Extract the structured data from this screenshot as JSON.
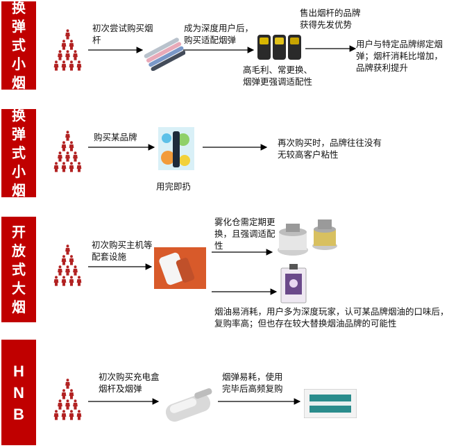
{
  "rows": [
    {
      "side_label": [
        "换",
        "弹",
        "式",
        "小",
        "烟"
      ],
      "steps": [
        "初次尝试购买烟杆",
        "成为深度用户后，购买适配烟弹",
        "售出烟杆的品牌获得先发优势",
        "用户与特定品牌绑定烟弹；烟杆消耗比增加，品牌获利提升"
      ],
      "note": "高毛利、常更换、烟弹更强调适配性"
    },
    {
      "side_label": [
        "换",
        "弹",
        "式",
        "小",
        "烟"
      ],
      "steps": [
        "购买某品牌",
        "再次购买时，品牌往往没有无较高客户粘性"
      ],
      "note": "用完即扔"
    },
    {
      "side_label": [
        "开",
        "放",
        "式",
        "大",
        "烟"
      ],
      "steps": [
        "初次购买主机等配套设施",
        "雾化仓需定期更换，且强调适配性"
      ],
      "note": "烟油易消耗，用户多为深度玩家，认可某品牌烟油的口味后，复购率高；但也存在较大替换烟油品牌的可能性"
    },
    {
      "side_label": [
        "H",
        "N",
        "B"
      ],
      "steps": [
        "初次购买充电盒烟杆及烟弹",
        "烟弹易耗，使用完毕后高频复购"
      ],
      "note": ""
    }
  ],
  "colors": {
    "accent": "#c00000",
    "person": "#b22222",
    "arrow": "#000000"
  },
  "icons": [
    "people-group-icon",
    "pod-device-icon",
    "pod-cartridge-icon",
    "disposable-vape-icon",
    "mod-device-icon",
    "atomizer-tank-icon",
    "eliquid-bottle-icon",
    "hnb-device-icon",
    "heatstick-pack-icon"
  ]
}
